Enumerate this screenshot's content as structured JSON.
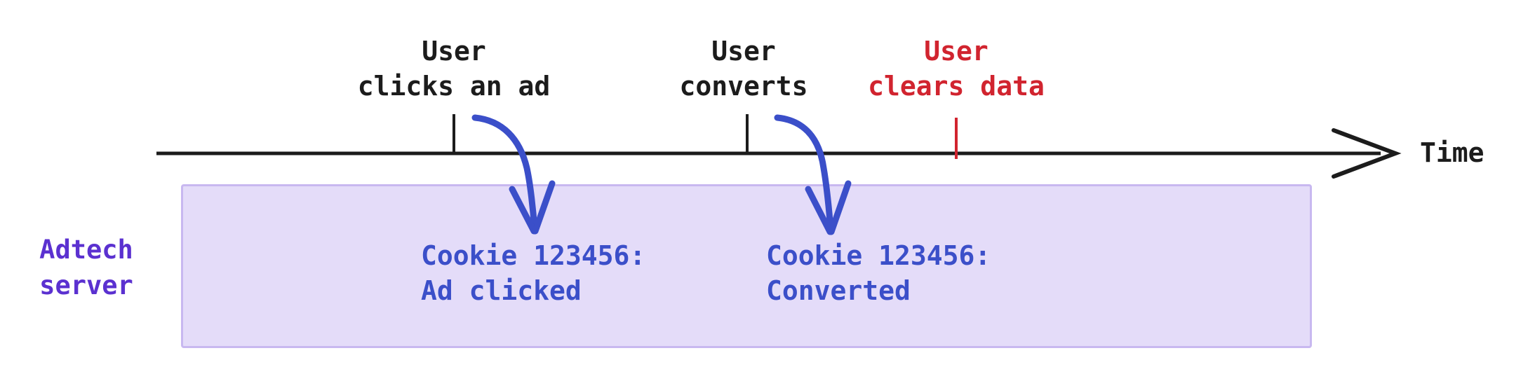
{
  "colors": {
    "black": "#1c1c1c",
    "red": "#d1242f",
    "purple": "#5b31d0",
    "blue": "#3b4fc9",
    "box_fill": "#e4dcf9",
    "box_border": "#c8b8f0"
  },
  "timeline": {
    "axis_label": "Time"
  },
  "events": [
    {
      "line1": "User",
      "line2": "clicks an ad"
    },
    {
      "line1": "User",
      "line2": "converts"
    },
    {
      "line1": "User",
      "line2": "clears data"
    }
  ],
  "adtech_server": {
    "line1": "Adtech",
    "line2": "server"
  },
  "cookie_records": [
    {
      "line1": "Cookie 123456:",
      "line2": "Ad clicked"
    },
    {
      "line1": "Cookie 123456:",
      "line2": "Converted"
    }
  ]
}
